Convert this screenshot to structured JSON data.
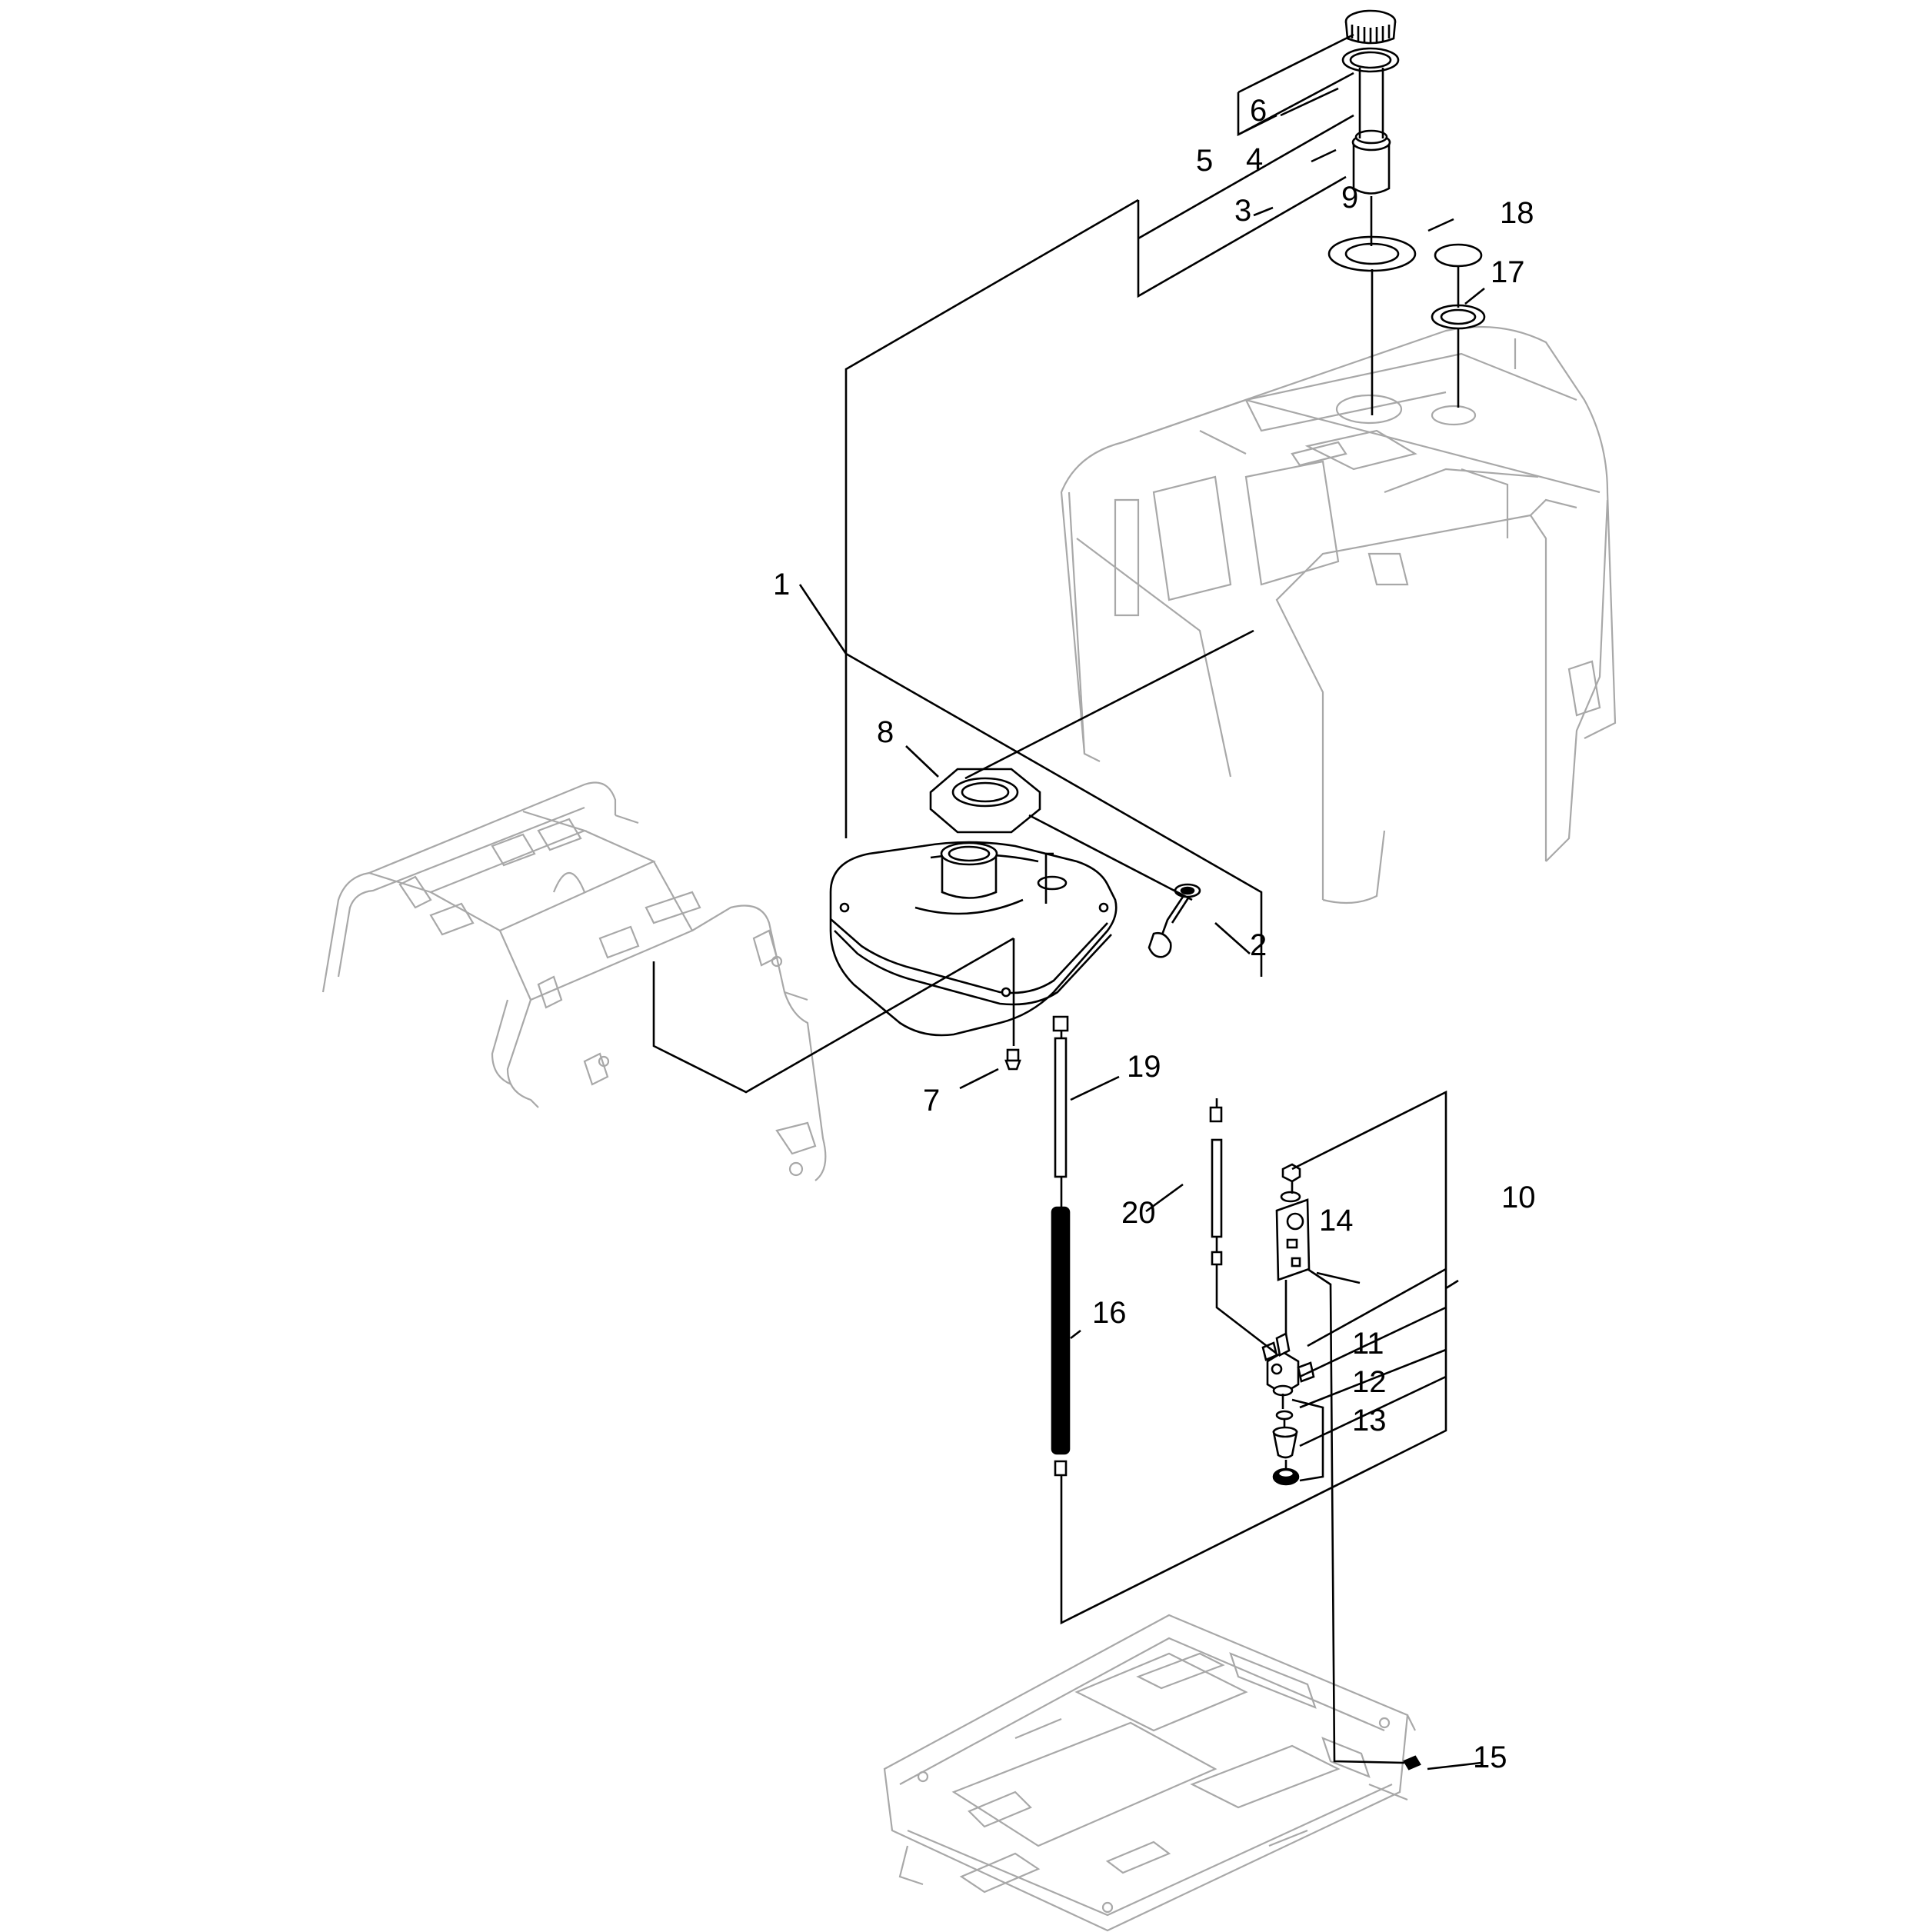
{
  "diagram": {
    "callouts": [
      {
        "id": "1",
        "label": "1"
      },
      {
        "id": "2",
        "label": "2"
      },
      {
        "id": "3",
        "label": "3"
      },
      {
        "id": "4",
        "label": "4"
      },
      {
        "id": "5",
        "label": "5"
      },
      {
        "id": "6",
        "label": "6"
      },
      {
        "id": "7",
        "label": "7"
      },
      {
        "id": "8",
        "label": "8"
      },
      {
        "id": "9",
        "label": "9"
      },
      {
        "id": "10",
        "label": "10"
      },
      {
        "id": "11",
        "label": "11"
      },
      {
        "id": "12",
        "label": "12"
      },
      {
        "id": "13",
        "label": "13"
      },
      {
        "id": "14",
        "label": "14"
      },
      {
        "id": "15",
        "label": "15"
      },
      {
        "id": "16",
        "label": "16"
      },
      {
        "id": "17",
        "label": "17"
      },
      {
        "id": "18",
        "label": "18"
      },
      {
        "id": "19",
        "label": "19"
      },
      {
        "id": "20",
        "label": "20"
      }
    ],
    "colors": {
      "ink": "#000000",
      "ghost": "#a8a8a8",
      "background": "#ffffff"
    }
  }
}
